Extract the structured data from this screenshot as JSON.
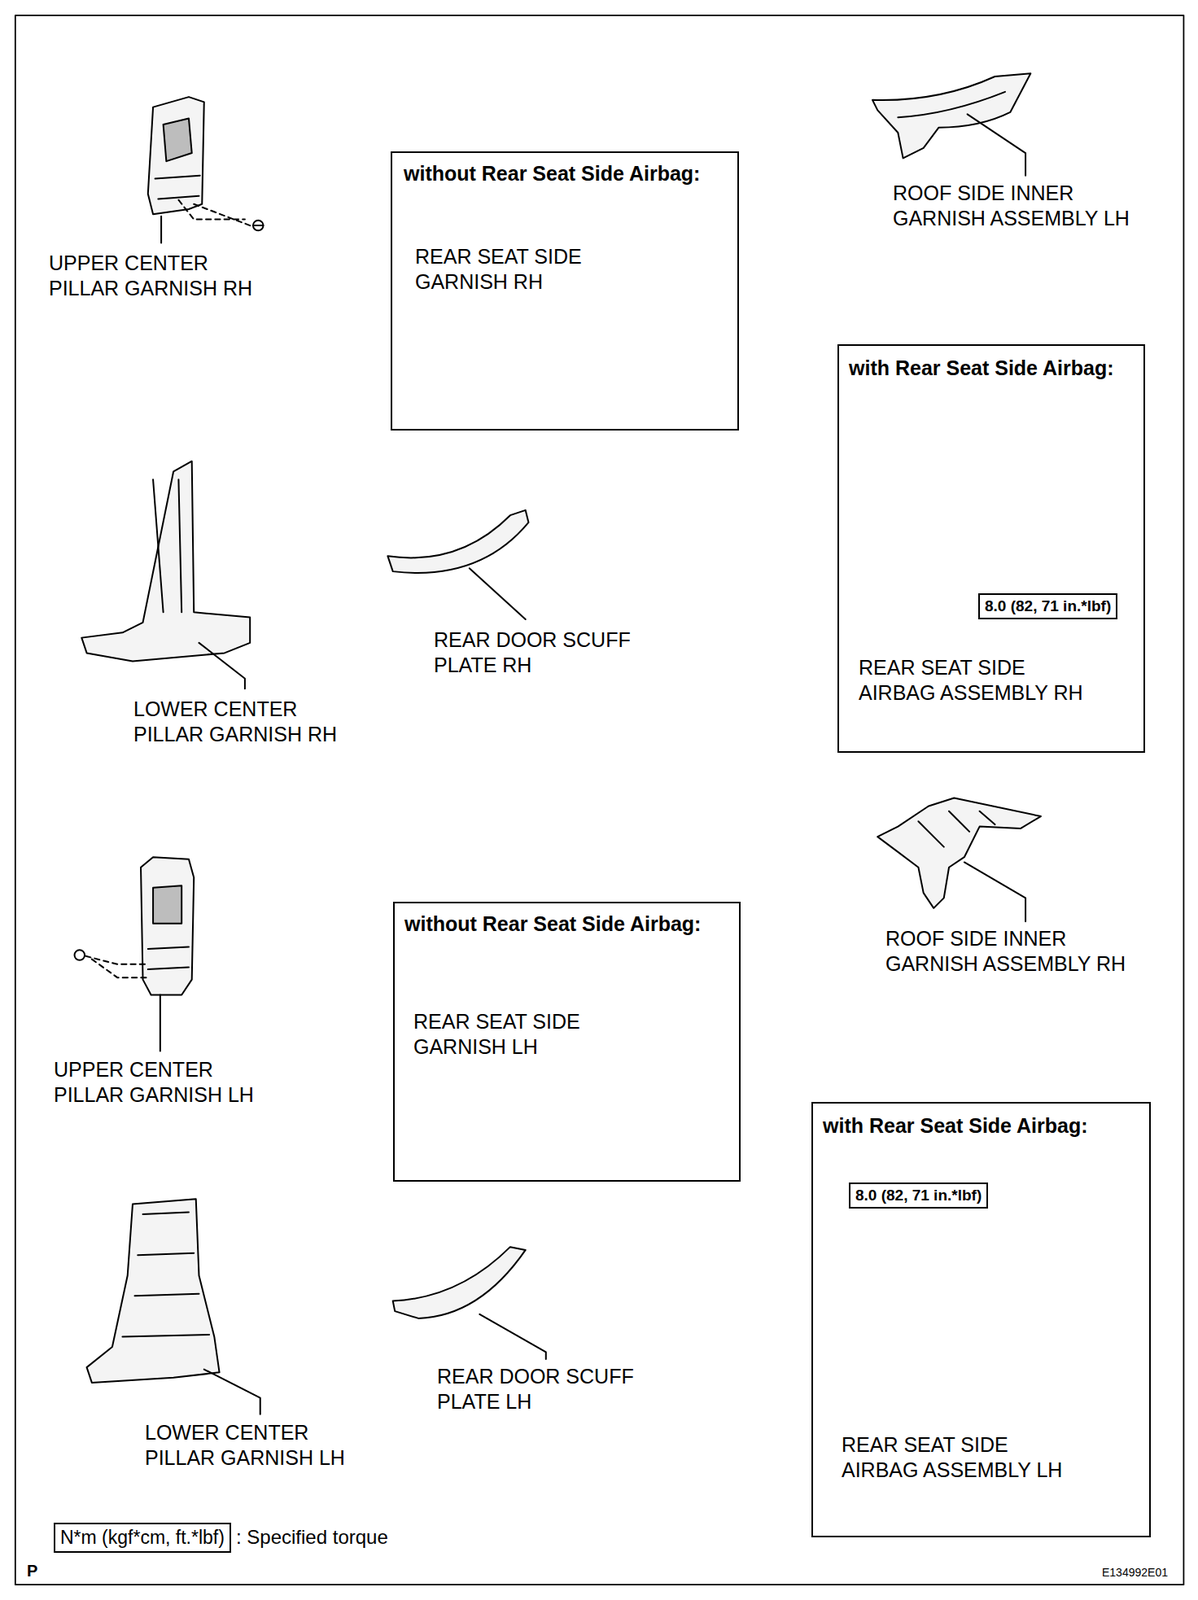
{
  "diagram": {
    "nodes": [
      {
        "text": [
          "without Rear Seat Side Airbag:",
          "REAR SEAT SIDE GARNISH RH"
        ]
      },
      {
        "text": [
          "with Rear Seat Side Airbag:",
          "REAR SEAT SIDE AIRBAG ASSEMBLY RH"
        ]
      },
      {
        "text": [
          "8.0 (82, 71 in.*lbf)"
        ],
        "in": 1
      },
      {
        "text": [
          "without Rear Seat Side Airbag:",
          "REAR SEAT SIDE GARNISH LH"
        ]
      },
      {
        "text": [
          "with Rear Seat Side Airbag:",
          "REAR SEAT SIDE AIRBAG ASSEMBLY LH"
        ]
      },
      {
        "text": [
          "8.0 (82, 71 in.*lbf)"
        ],
        "in": 4
      },
      {
        "text": [
          "N*m (kgf*cm, ft.*lbf)"
        ]
      }
    ],
    "labels": [
      "UPPER CENTER PILLAR GARNISH RH",
      "ROOF SIDE INNER GARNISH ASSEMBLY LH",
      "LOWER CENTER PILLAR GARNISH RH",
      "REAR DOOR SCUFF PLATE RH",
      "ROOF SIDE INNER GARNISH ASSEMBLY RH",
      "UPPER CENTER PILLAR GARNISH LH",
      "REAR DOOR SCUFF PLATE LH",
      "LOWER CENTER PILLAR GARNISH LH",
      ": Specified torque",
      "P",
      "E134992E01"
    ]
  }
}
